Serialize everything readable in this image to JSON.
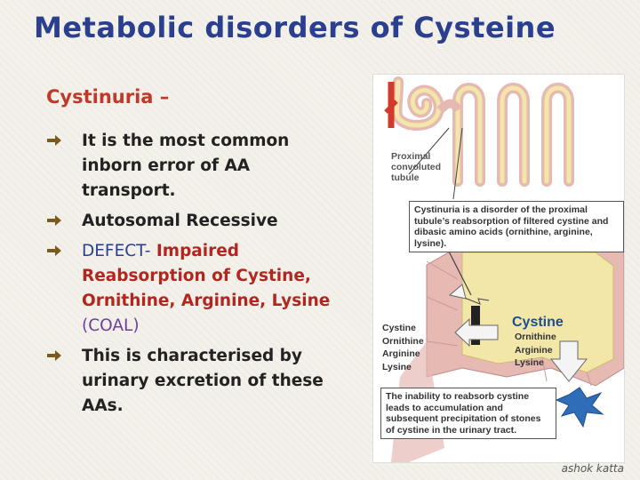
{
  "slide": {
    "title": "Metabolic disorders of Cysteine",
    "subhead": "Cystinuria –",
    "bullets": [
      {
        "text": "It is the most common inborn error of AA transport."
      },
      {
        "text": "Autosomal Recessive"
      },
      {
        "defect_label": "DEFECT-",
        "defect_text": " Impaired Reabsorption of Cystine, Ornithine, Arginine, Lysine",
        "coal": " (COAL)"
      },
      {
        "text": "This is characterised by urinary excretion of these AAs."
      }
    ],
    "watermark": "ashok katta"
  },
  "figure": {
    "pct_label": "Proximal convoluted tubule",
    "caption_top": "Cystinuria is a disorder of the proximal tubule’s reabsorption of filtered cystine and dibasic amino acids (ornithine, arginine, lysine).",
    "left_aa": [
      "Cystine",
      "Ornithine",
      "Arginine",
      "Lysine"
    ],
    "right_head": "Cystine",
    "right_aa": [
      "Ornithine",
      "Arginine",
      "Lysine"
    ],
    "caption_bottom": "The inability to reabsorb cystine leads to accumulation and subsequent precipitation of stones of cystine in the urinary tract.",
    "colors": {
      "tubule": "#f2e7a8",
      "wall": "#e6b9b3",
      "stone": "#2f6db8",
      "arrow": "#f1f1f1"
    }
  }
}
